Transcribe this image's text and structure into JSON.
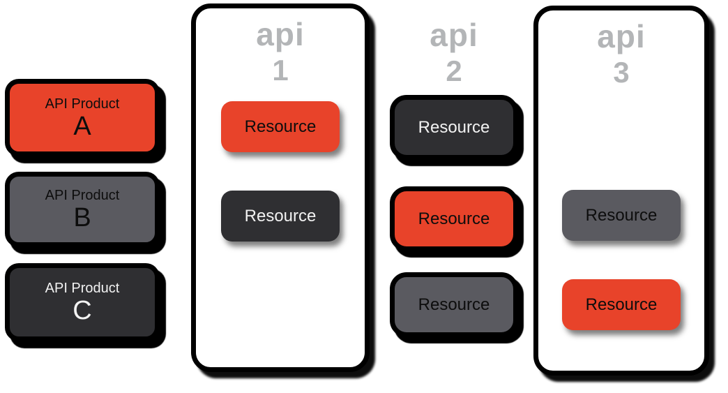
{
  "colors": {
    "red": "#e8432a",
    "gray": "#5a5a60",
    "dark": "#2f2f32",
    "label": "#b3b5b7",
    "outline": "#000000",
    "background": "#ffffff"
  },
  "products": [
    {
      "line1": "API Product",
      "line2": "A",
      "variant": "red"
    },
    {
      "line1": "API Product",
      "line2": "B",
      "variant": "gray"
    },
    {
      "line1": "API Product",
      "line2": "C",
      "variant": "dark"
    }
  ],
  "apis": [
    {
      "word": "api",
      "number": "1",
      "has_container": true,
      "resources": [
        {
          "label": "Resource",
          "variant": "red"
        },
        {
          "label": "Resource",
          "variant": "dark"
        }
      ]
    },
    {
      "word": "api",
      "number": "2",
      "has_container": false,
      "resources": [
        {
          "label": "Resource",
          "variant": "dark"
        },
        {
          "label": "Resource",
          "variant": "red"
        },
        {
          "label": "Resource",
          "variant": "gray"
        }
      ]
    },
    {
      "word": "api",
      "number": "3",
      "has_container": true,
      "resources": [
        {
          "label": "Resource",
          "variant": "gray"
        },
        {
          "label": "Resource",
          "variant": "red"
        }
      ]
    }
  ]
}
